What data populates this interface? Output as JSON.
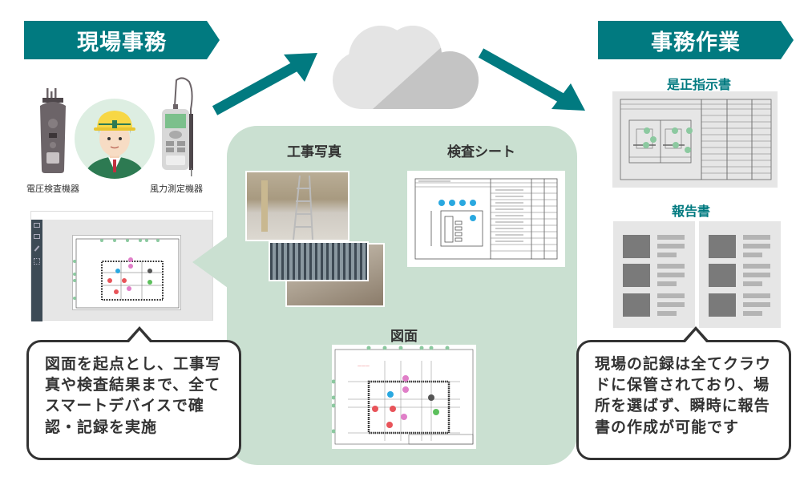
{
  "left_section": {
    "banner": "現場事務",
    "devices": [
      {
        "label": "電圧検査機器",
        "icon": "voltage-tester-icon"
      },
      {
        "label": "風力測定機器",
        "icon": "anemometer-icon"
      }
    ],
    "worker_icon": "construction-worker-icon",
    "tablet_screen": "floor-plan-app",
    "bubble_text": "図面を起点とし、工事写真や検査結果まで、全てスマートデバイスで確認・記録を実施"
  },
  "center_section": {
    "cloud_icon": "cloud-icon",
    "items": [
      {
        "title": "工事写真"
      },
      {
        "title": "検査シート"
      },
      {
        "title": "図面"
      }
    ]
  },
  "right_section": {
    "banner": "事務作業",
    "documents": [
      {
        "title": "是正指示書"
      },
      {
        "title": "報告書"
      }
    ],
    "bubble_text": "現場の記録は全てクラウドに保管されており、場所を選ばず、瞬時に報告書の作成が可能です"
  },
  "colors": {
    "brand_teal": "#017a80",
    "panel_green": "#cae0d1",
    "marker_green": "#8cc9a0",
    "marker_blue": "#29a8e0",
    "marker_pink": "#e07fc8",
    "marker_red": "#e8545a"
  }
}
